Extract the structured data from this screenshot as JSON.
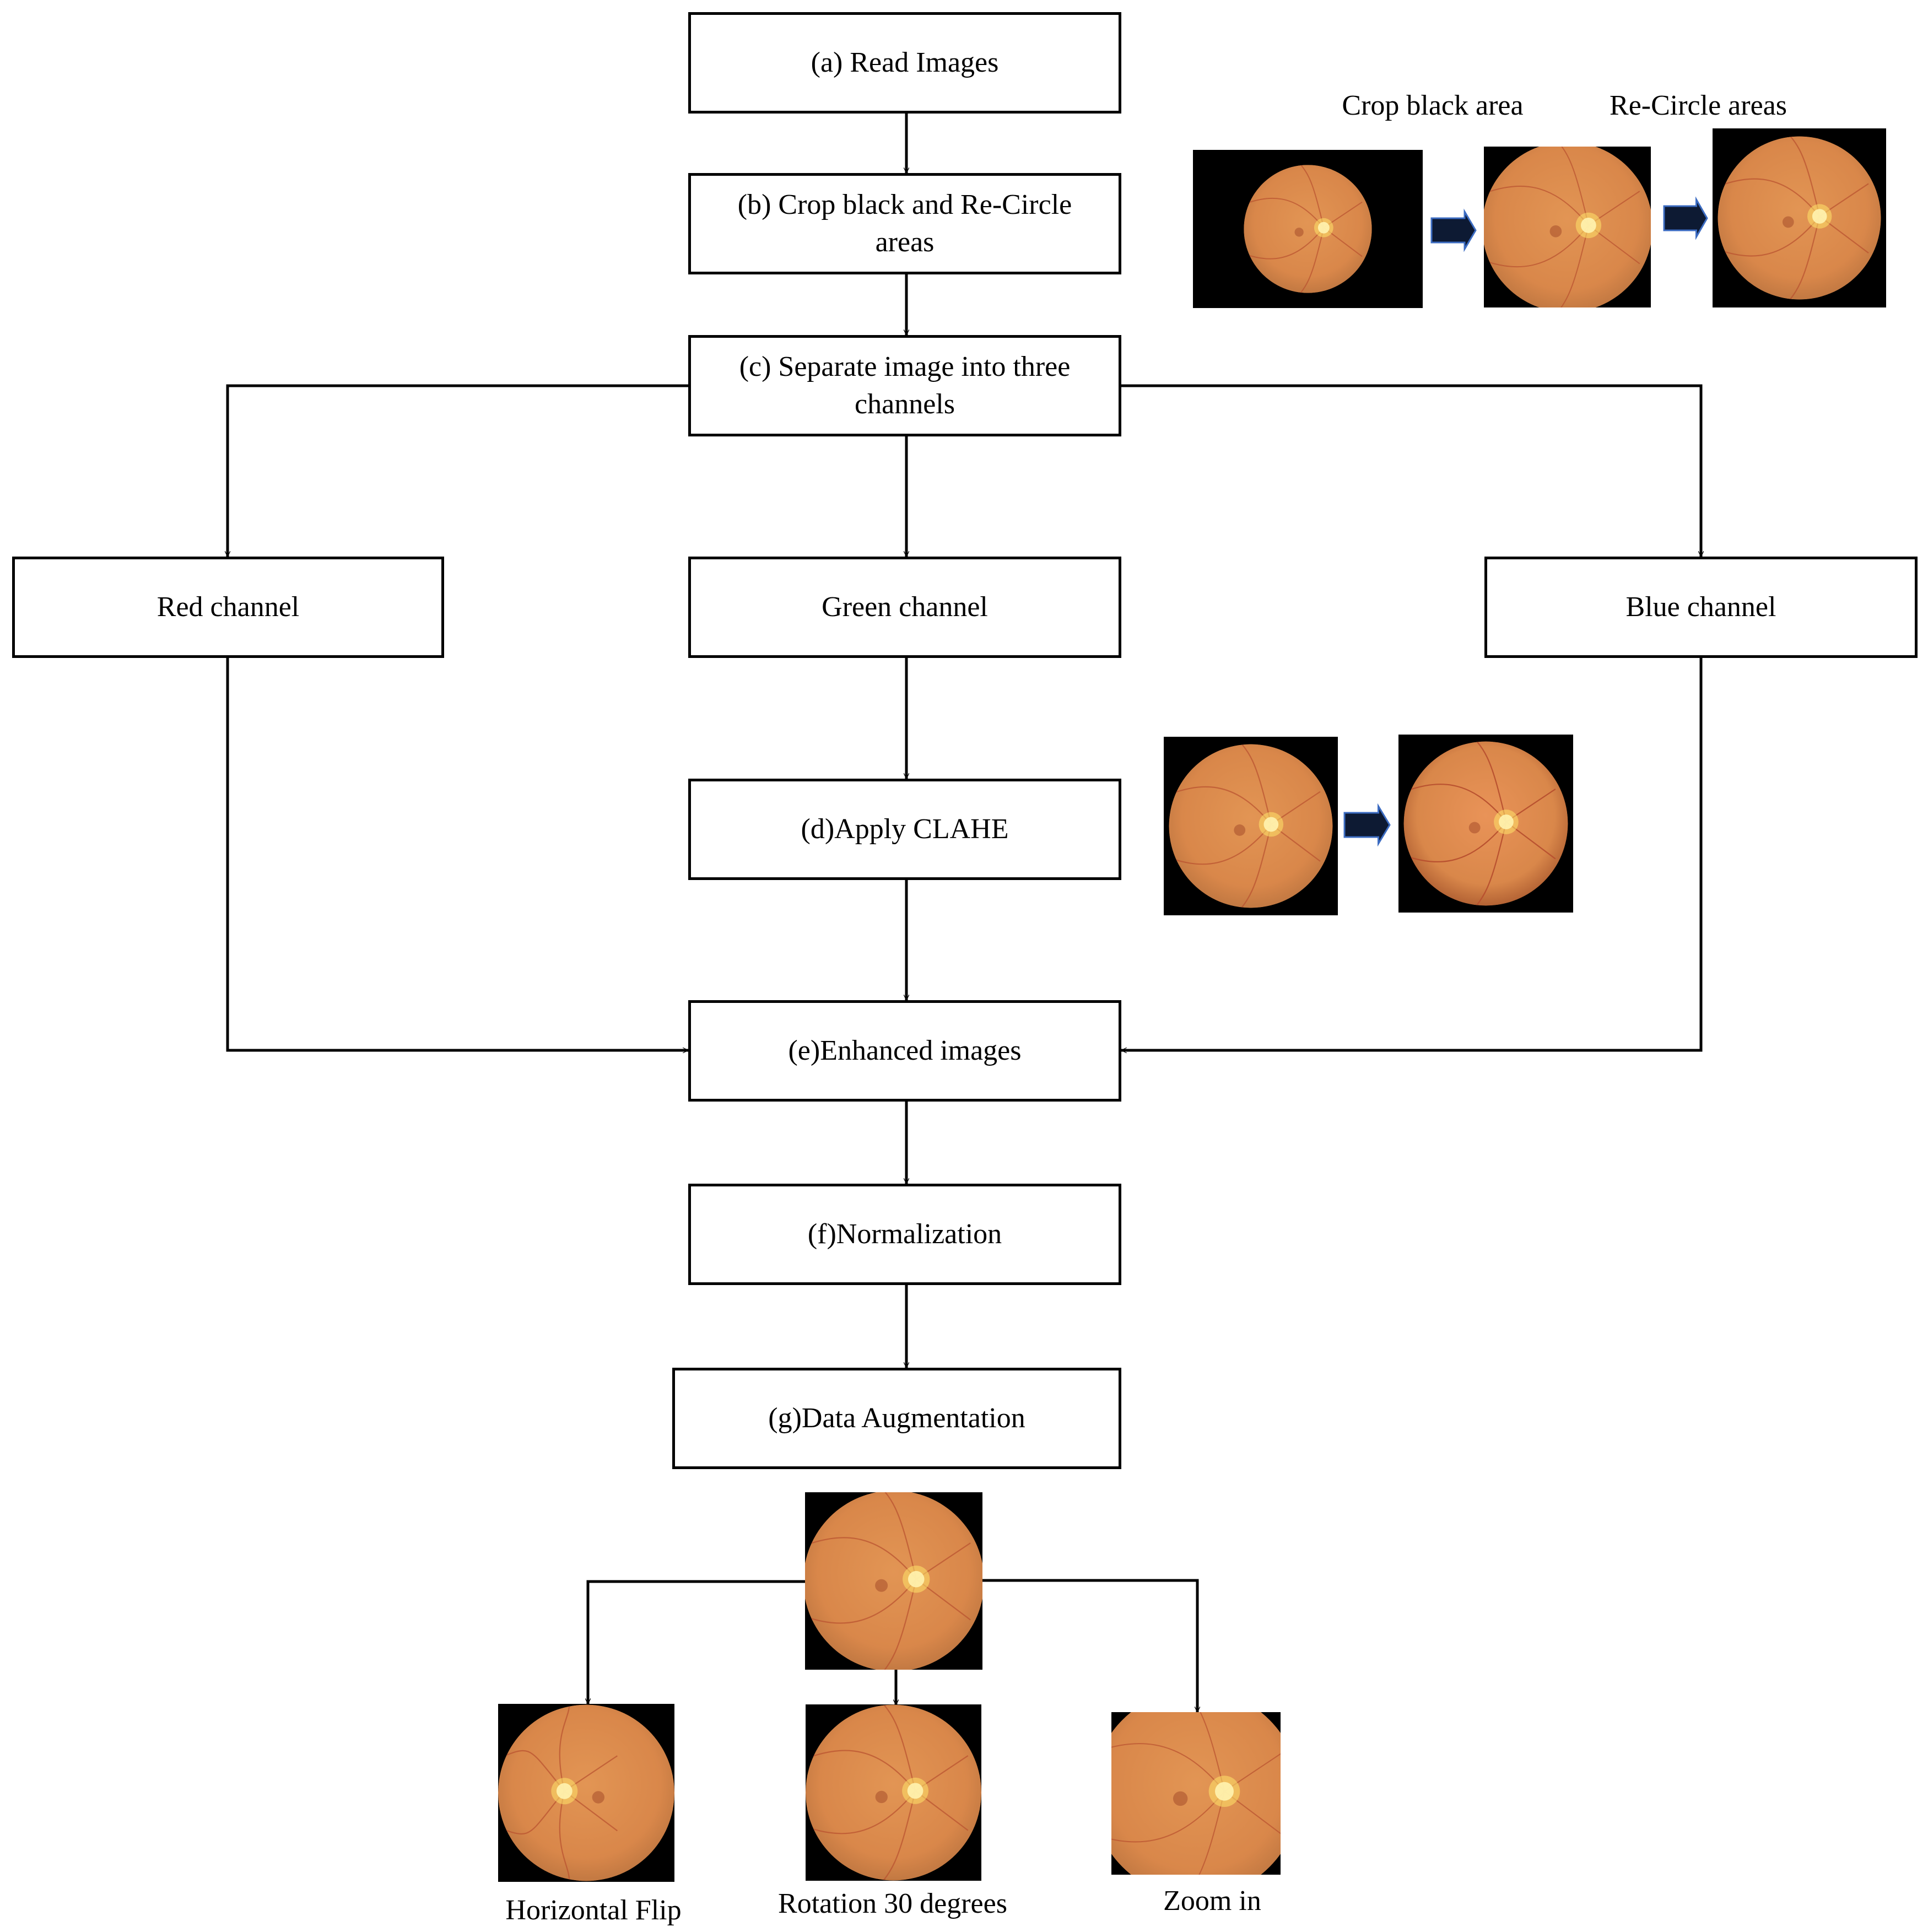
{
  "colors": {
    "line": "#000000",
    "box_border": "#000000",
    "fundus_background": "#000000",
    "fundus_retina": "#d9874a",
    "fundus_optic_disc": "#ffe36a",
    "fundus_macula": "#9a3e22",
    "fundus_vessel": "#b8502f",
    "arrow_fill": "#0d1a33",
    "arrow_edge": "#3c6cc2"
  },
  "steps": {
    "read": "(a) Read Images",
    "crop": "(b) Crop black and Re-Circle areas",
    "separate": "(c) Separate image into three channels",
    "red": "Red channel",
    "green": "Green channel",
    "blue": "Blue channel",
    "clahe": "(d)Apply CLAHE",
    "enhanced": "(e)Enhanced images",
    "normalization": "(f)Normalization",
    "augmentation": "(g)Data Augmentation"
  },
  "captions": {
    "crop_black_area": "Crop black area",
    "recircle_areas": "Re-Circle areas",
    "horizontal_flip": "Horizontal Flip",
    "rotation": "Rotation 30 degrees",
    "zoom": "Zoom in"
  },
  "thumbnails": {
    "original": {
      "icon": "fundus-image"
    },
    "cropped": {
      "icon": "fundus-image"
    },
    "recircled": {
      "icon": "fundus-image"
    },
    "before_clahe": {
      "icon": "fundus-image"
    },
    "after_clahe": {
      "icon": "fundus-image"
    },
    "augmentation_source": {
      "icon": "fundus-image"
    },
    "flipped": {
      "icon": "fundus-image",
      "mirrored": true
    },
    "rotated": {
      "icon": "fundus-image"
    },
    "zoomed": {
      "icon": "fundus-image"
    }
  }
}
